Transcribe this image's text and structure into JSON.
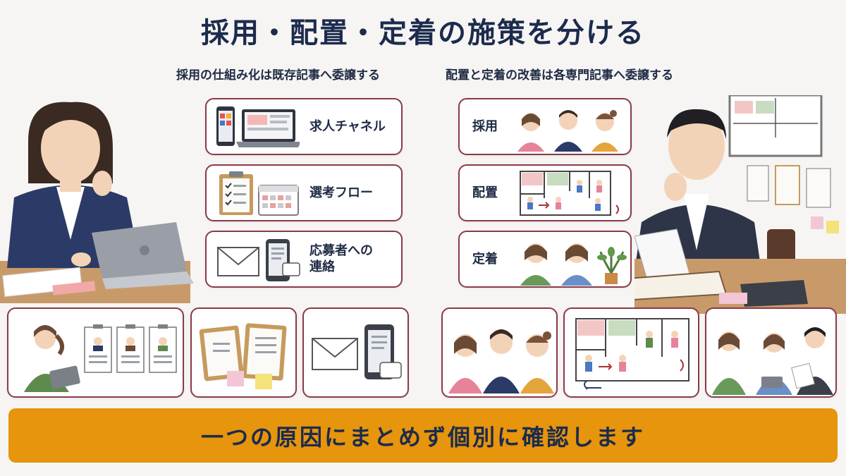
{
  "title": "採用・配置・定着の施策を分ける",
  "left_heading": "採用の仕組み化は既存記事へ委譲する",
  "right_heading": "配置と定着の改善は各専門記事へ委譲する",
  "left_cards": [
    {
      "label": "求人チャネル",
      "icon": "devices-icon"
    },
    {
      "label": "選考フロー",
      "icon": "checklist-calendar-icon"
    },
    {
      "label": "応募者への連絡",
      "label_line1": "応募者への",
      "label_line2": "連絡",
      "icon": "mail-phone-icon"
    }
  ],
  "right_cards": [
    {
      "label": "採用",
      "icon": "people-icon"
    },
    {
      "label": "配置",
      "icon": "floor-plan-icon"
    },
    {
      "label": "定着",
      "icon": "conversation-plant-icon"
    }
  ],
  "banner": "一つの原因にまとめず個別に確認します",
  "colors": {
    "accent": "#e6950c",
    "card_border": "#8a3a4a",
    "navy": "#1c2b4d"
  }
}
